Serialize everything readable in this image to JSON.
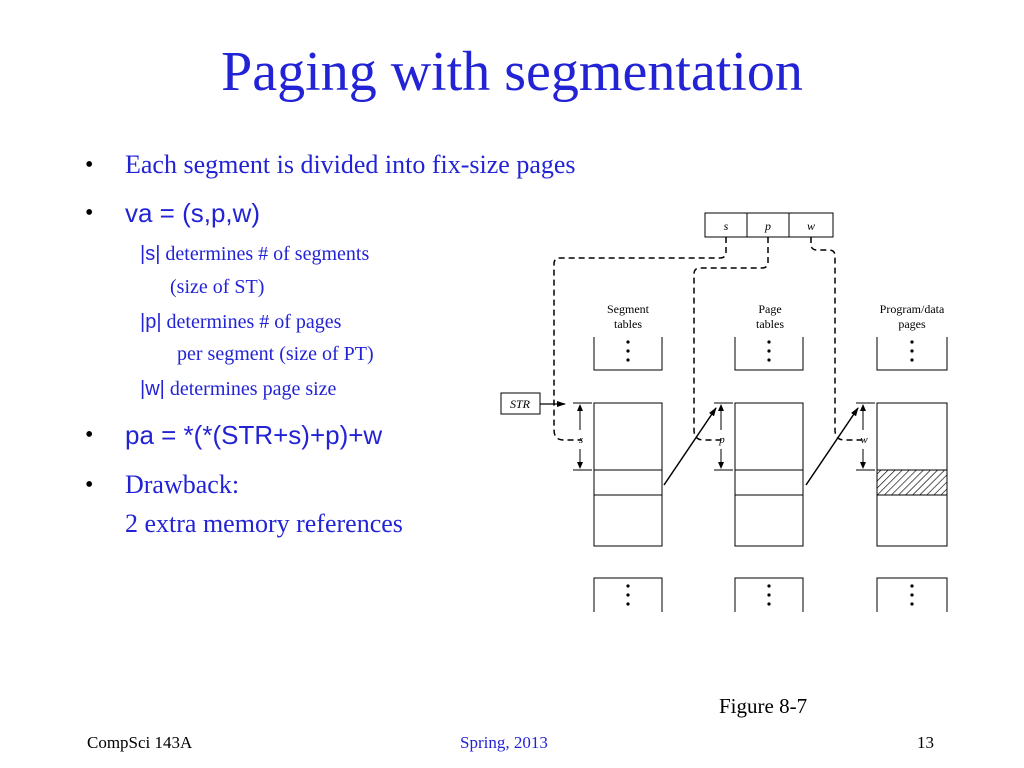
{
  "slide": {
    "title": "Paging with segmentation",
    "bullets": [
      {
        "marker": "•",
        "text": "Each segment is divided into fix-size pages"
      },
      {
        "marker": "•",
        "text": "va = (s,p,w)"
      },
      {
        "marker": "•",
        "text": "pa = *(*(STR+s)+p)+w"
      },
      {
        "marker": "•",
        "text": "Drawback:",
        "text2": "2 extra memory references"
      }
    ],
    "subitems": [
      {
        "var": "|s|",
        "line1": " determines # of segments",
        "line2": "(size of ST)"
      },
      {
        "var": "|p|",
        "line1": " determines # of pages",
        "line2": "per segment (size of PT)"
      },
      {
        "var": "|w|",
        "line1": " determines page size"
      }
    ]
  },
  "figure": {
    "va_fields": [
      "s",
      "p",
      "w"
    ],
    "str_label": "STR",
    "col1_label": [
      "Segment",
      "tables"
    ],
    "col2_label": [
      "Page",
      "tables"
    ],
    "col3_label": [
      "Program/data",
      "pages"
    ],
    "offset_s": "s",
    "offset_p": "p",
    "offset_w": "w",
    "caption": "Figure 8-7"
  },
  "footer": {
    "left": "CompSci 143A",
    "center": "Spring, 2013",
    "right": "13"
  }
}
